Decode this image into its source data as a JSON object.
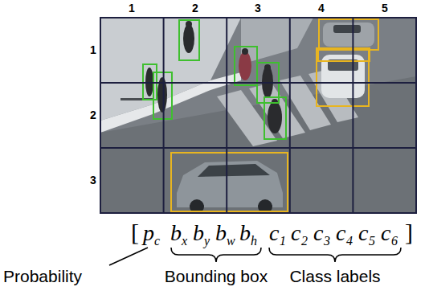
{
  "diagram": {
    "labels": [
      "1",
      "2",
      "3",
      "4",
      "5",
      "1",
      "2",
      "3",
      "[",
      "p",
      "c",
      "b",
      "x",
      "b",
      "y",
      "b",
      "w",
      "b",
      "h",
      "c",
      "1",
      "c",
      "2",
      "c",
      "3",
      "c",
      "4",
      "c",
      "5",
      "c",
      "6",
      "]",
      "Probability",
      "Bounding box",
      "Class labels"
    ]
  }
}
